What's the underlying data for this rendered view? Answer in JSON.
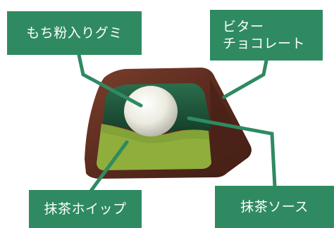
{
  "labels": {
    "mochi_gummy": "もち粉入りグミ",
    "bitter_chocolate_line1": "ビター",
    "bitter_chocolate_line2": "チョコレート",
    "matcha_whip": "抹茶ホイップ",
    "matcha_sauce": "抹茶ソース"
  },
  "colors": {
    "label_bg": "#2f8a61",
    "leader_line": "#2f8a61",
    "chocolate": "#5a2a1e",
    "chocolate_highlight": "#7a3f2c",
    "matcha_cream": "#8fae3c",
    "matcha_sauce": "#1f5a3d",
    "gummy": "#f2f1e8"
  }
}
